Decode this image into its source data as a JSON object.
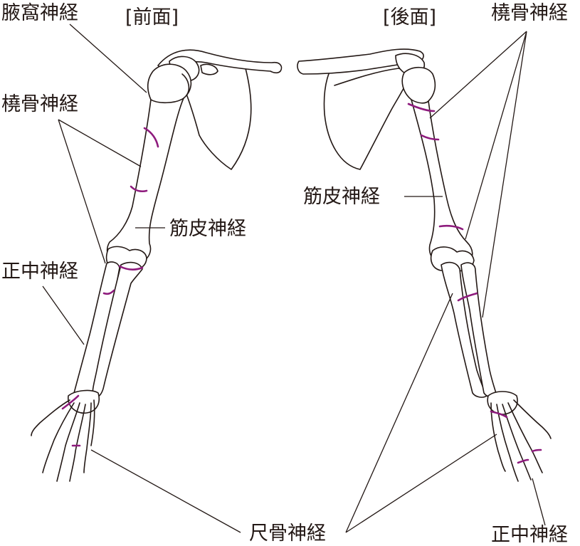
{
  "views": {
    "front": "[前面]",
    "back": "[後面]"
  },
  "labels": {
    "axillary": "腋窩神経",
    "radial_front": "橈骨神経",
    "musculocutaneous_front": "筋皮神経",
    "median_front": "正中神経",
    "radial_back": "橈骨神経",
    "musculocutaneous_back": "筋皮神経",
    "ulnar": "尺骨神経",
    "median_back": "正中神経"
  },
  "colors": {
    "line": "#231815",
    "nerve_mark": "#8e1b7d"
  }
}
